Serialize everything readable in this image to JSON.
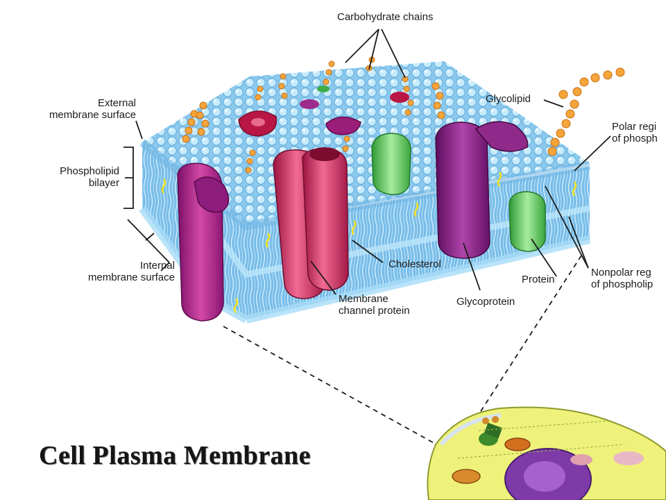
{
  "title": "Cell Plasma Membrane",
  "labels": {
    "carbohydrate_chains": "Carbohydrate chains",
    "glycolipid": "Glycolipid",
    "external_surface": "External\nmembrane surface",
    "phospholipid_bilayer": "Phospholipid\nbilayer",
    "internal_surface": "Internal\nmembrane surface",
    "polar_region": "Polar regi\nof phosph",
    "nonpolar_region": "Nonpolar reg\nof phospholip",
    "cholesterol": "Cholesterol",
    "protein": "Protein",
    "glycoprotein": "Glycoprotein",
    "membrane_channel_protein": "Membrane\nchannel protein"
  },
  "colors": {
    "membrane_blue": "#8fd0f0",
    "head_blue": "#bfe8fb",
    "channel_red": "#d22a5e",
    "glycoprotein_purple": "#8a1f86",
    "protein_green": "#53c456",
    "sugar_orange": "#f5a53a",
    "cell_yellow": "#eef27a"
  }
}
